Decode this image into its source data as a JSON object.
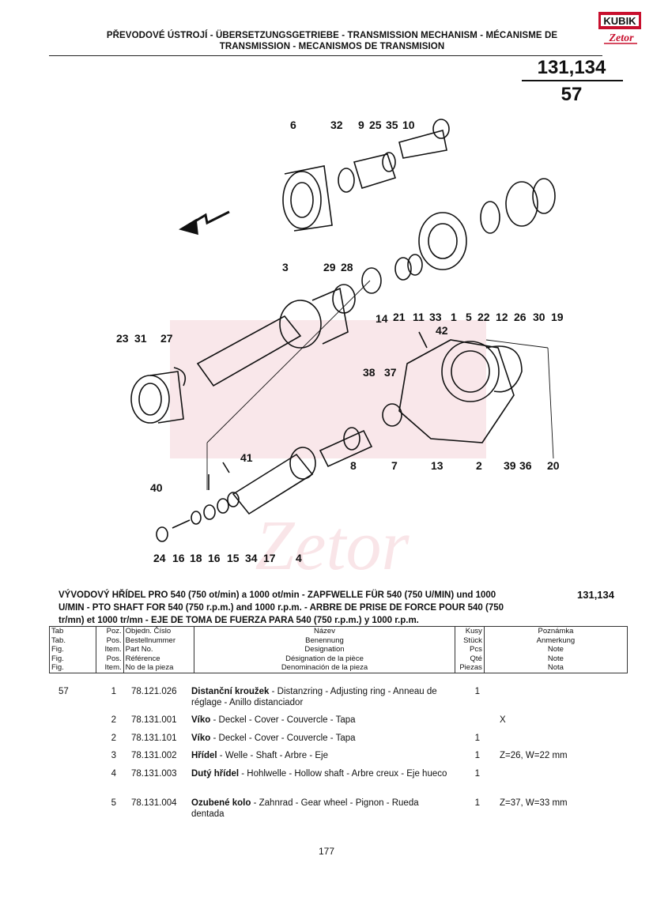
{
  "header": {
    "title_line1": "PŘEVODOVÉ ÚSTROJÍ - ÜBERSETZUNGSGETRIEBE - TRANSMISSION MECHANISM - MÉCANISME DE",
    "title_line2": "TRANSMISSION - MECANISMOS DE TRANSMISION",
    "logo_top": "KUBIK",
    "logo_bottom": "Zetor",
    "model_code": "131,134",
    "figure_number": "57"
  },
  "diagram": {
    "callouts": [
      "6",
      "32",
      "9",
      "25",
      "35",
      "10",
      "3",
      "29",
      "28",
      "14",
      "21",
      "11",
      "33",
      "1",
      "5",
      "22",
      "12",
      "26",
      "30",
      "19",
      "42",
      "23",
      "31",
      "27",
      "38",
      "37",
      "41",
      "40",
      "8",
      "7",
      "13",
      "2",
      "39",
      "36",
      "20",
      "24",
      "16",
      "18",
      "16",
      "15",
      "34",
      "17",
      "4"
    ]
  },
  "section": {
    "description_line1": "VÝVODOVÝ HŘÍDEL PRO 540 (750 ot/min) a 1000 ot/min - ZAPFWELLE FÜR 540 (750 U/MIN) und 1000",
    "description_line2": "U/MIN - PTO SHAFT FOR 540 (750 r.p.m.) and 1000 r.p.m. - ARBRE DE PRISE DE FORCE POUR 540 (750",
    "description_line3": "tr/mn) et 1000 tr/mn - EJE DE TOMA DE FUERZA PARA 540 (750 r.p.m.) y 1000 r.p.m.",
    "code": "131,134"
  },
  "table_header": {
    "tab": [
      "Tab",
      "Tab.",
      "Fig.",
      "Fig.",
      "Fig."
    ],
    "pos": [
      "Poz.",
      "Pos.",
      "Item.",
      "Pos.",
      "Item."
    ],
    "ref": [
      "Objedn. Číslo",
      "Bestellnummer",
      "Part No.",
      "Référence",
      "No de la pieza"
    ],
    "name": [
      "Název",
      "Benennung",
      "Designation",
      "Désignation de la pièce",
      "Denominación de la pieza"
    ],
    "qty": [
      "Kusy",
      "Stück",
      "Pcs",
      "Qté",
      "Piezas"
    ],
    "note": [
      "Poznámka",
      "Anmerkung",
      "Note",
      "Note",
      "Nota"
    ]
  },
  "rows": [
    {
      "tab": "57",
      "pos": "1",
      "ref": "78.121.026",
      "name_bold": "Distanční kroužek",
      "name_rest": " - Distanzring - Adjusting ring - Anneau de réglage - Anillo distanciador",
      "qty": "1",
      "note": ""
    },
    {
      "tab": "",
      "pos": "2",
      "ref": "78.131.001",
      "name_bold": "Víko",
      "name_rest": " - Deckel - Cover - Couvercle - Tapa",
      "qty": "",
      "note": "X"
    },
    {
      "tab": "",
      "pos": "2",
      "ref": "78.131.101",
      "name_bold": "Víko",
      "name_rest": " - Deckel - Cover - Couvercle - Tapa",
      "qty": "1",
      "note": ""
    },
    {
      "tab": "",
      "pos": "3",
      "ref": "78.131.002",
      "name_bold": "Hřídel",
      "name_rest": " - Welle - Shaft - Arbre - Eje",
      "qty": "1",
      "note": "Z=26, W=22 mm"
    },
    {
      "tab": "",
      "pos": "4",
      "ref": "78.131.003",
      "name_bold": "Dutý hřídel",
      "name_rest": " - Hohlwelle - Hollow shaft - Arbre creux - Eje hueco",
      "qty": "1",
      "note": ""
    },
    {
      "tab": "",
      "pos": "5",
      "ref": "78.131.004",
      "name_bold": "Ozubené kolo",
      "name_rest": " - Zahnrad - Gear wheel - Pignon - Rueda dentada",
      "qty": "1",
      "note": "Z=37, W=33 mm"
    }
  ],
  "page_number": "177"
}
